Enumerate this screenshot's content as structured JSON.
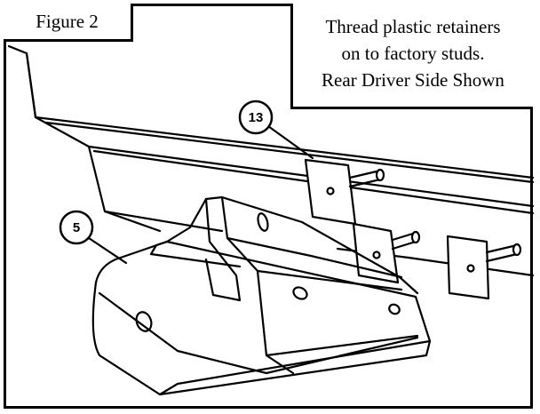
{
  "figure_label": "Figure 2",
  "note": {
    "line1": "Thread plastic retainers",
    "line2": "on to factory studs.",
    "line3": "Rear Driver Side Shown"
  },
  "callouts": {
    "retainer": "13",
    "bracket": "5"
  }
}
